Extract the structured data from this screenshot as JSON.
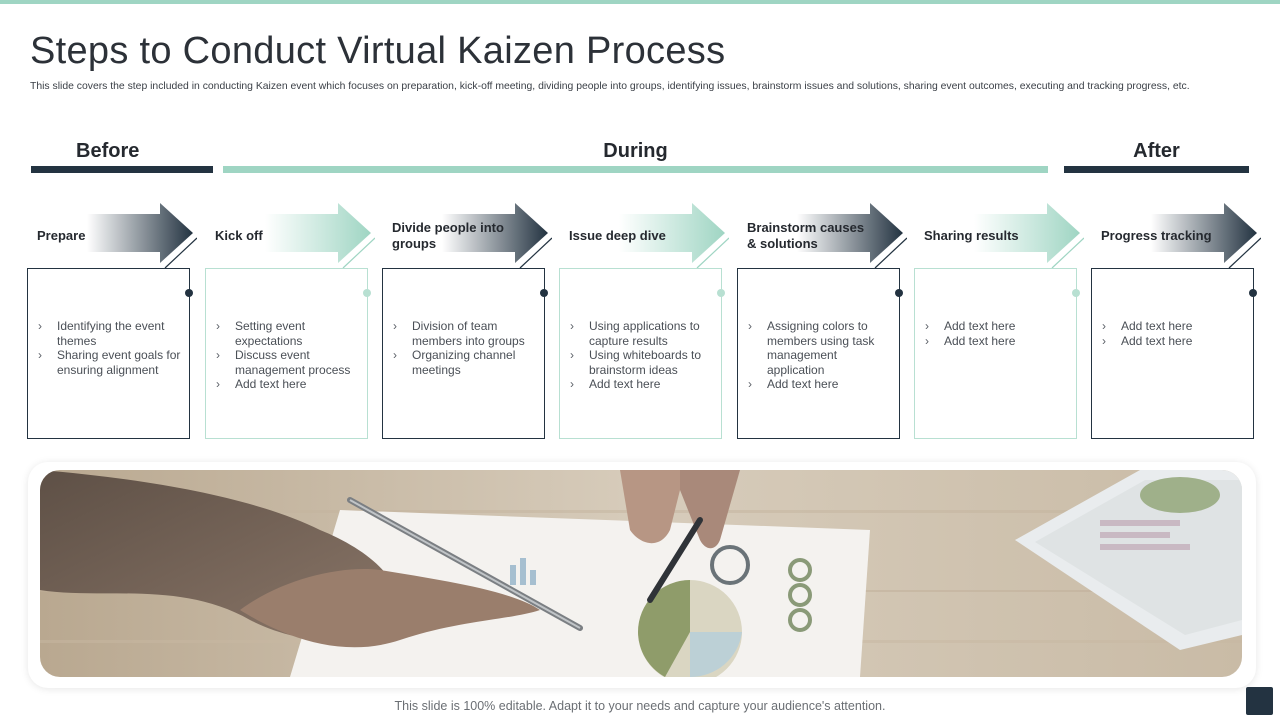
{
  "title": "Steps to Conduct Virtual Kaizen Process",
  "subtitle": "This slide covers the step included in conducting Kaizen event which focuses on preparation, kick-off meeting, dividing people into groups, identifying issues, brainstorm issues and solutions, sharing event outcomes, executing and tracking progress, etc.",
  "phases": {
    "before": "Before",
    "during": "During",
    "after": "After"
  },
  "steps": [
    {
      "label": "Prepare",
      "bullets": [
        "Identifying the event themes",
        "Sharing event goals for ensuring alignment"
      ],
      "theme": "dark"
    },
    {
      "label": "Kick off",
      "bullets": [
        "Setting event expectations",
        "Discuss event management process",
        "Add text here"
      ],
      "theme": "teal"
    },
    {
      "label": "Divide people into groups",
      "bullets": [
        "Division of team members into groups",
        "Organizing channel meetings"
      ],
      "theme": "dark"
    },
    {
      "label": "Issue deep dive",
      "bullets": [
        "Using applications to capture results",
        "Using whiteboards to brainstorm ideas",
        "Add text here"
      ],
      "theme": "teal"
    },
    {
      "label": "Brainstorm causes & solutions",
      "bullets": [
        "Assigning colors to members using task management application",
        "Add text here"
      ],
      "theme": "dark"
    },
    {
      "label": "Sharing results",
      "bullets": [
        "Add text here",
        "Add text here"
      ],
      "theme": "teal"
    },
    {
      "label": "Progress tracking",
      "bullets": [
        "Add text here",
        "Add text here"
      ],
      "theme": "dark"
    }
  ],
  "footer": "This slide is 100% editable. Adapt it to your needs and capture your audience's attention.",
  "colors": {
    "dark": "#233341",
    "teal": "#9fd5c3",
    "teal_light": "#b8e0d2"
  }
}
